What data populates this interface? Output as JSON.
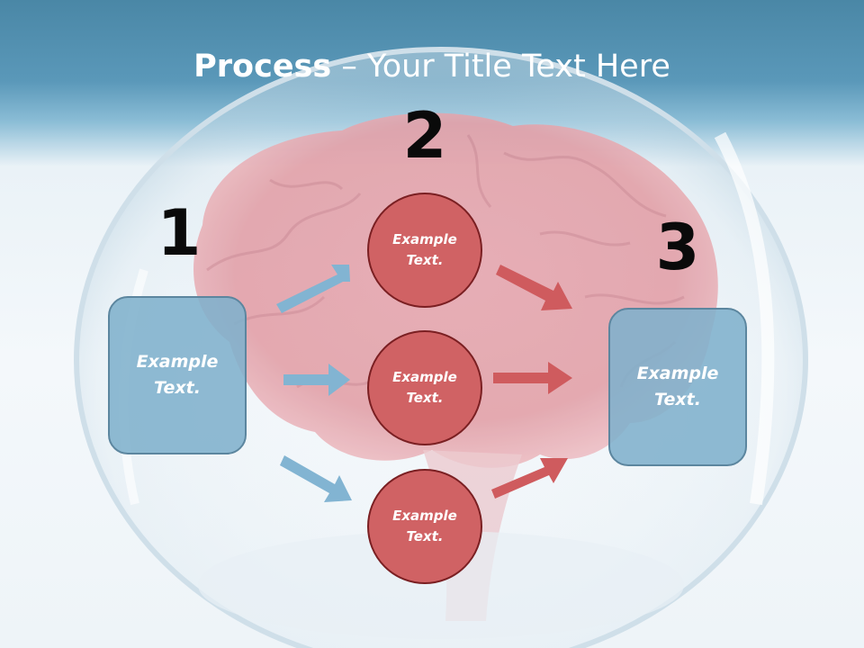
{
  "slide": {
    "title_bold": "Process",
    "title_rest": " – Your Title Text Here"
  },
  "steps": {
    "one": "1",
    "two": "2",
    "three": "3"
  },
  "boxes": {
    "left": "Example Text.",
    "right": "Example Text."
  },
  "circles": {
    "top": "Example Text.",
    "middle": "Example Text.",
    "bottom": "Example Text."
  },
  "colors": {
    "blue_box": "#80b0cc",
    "red_circle": "#d06264",
    "blue_arrow": "#82b4d2",
    "red_arrow": "#cf5b5e"
  }
}
